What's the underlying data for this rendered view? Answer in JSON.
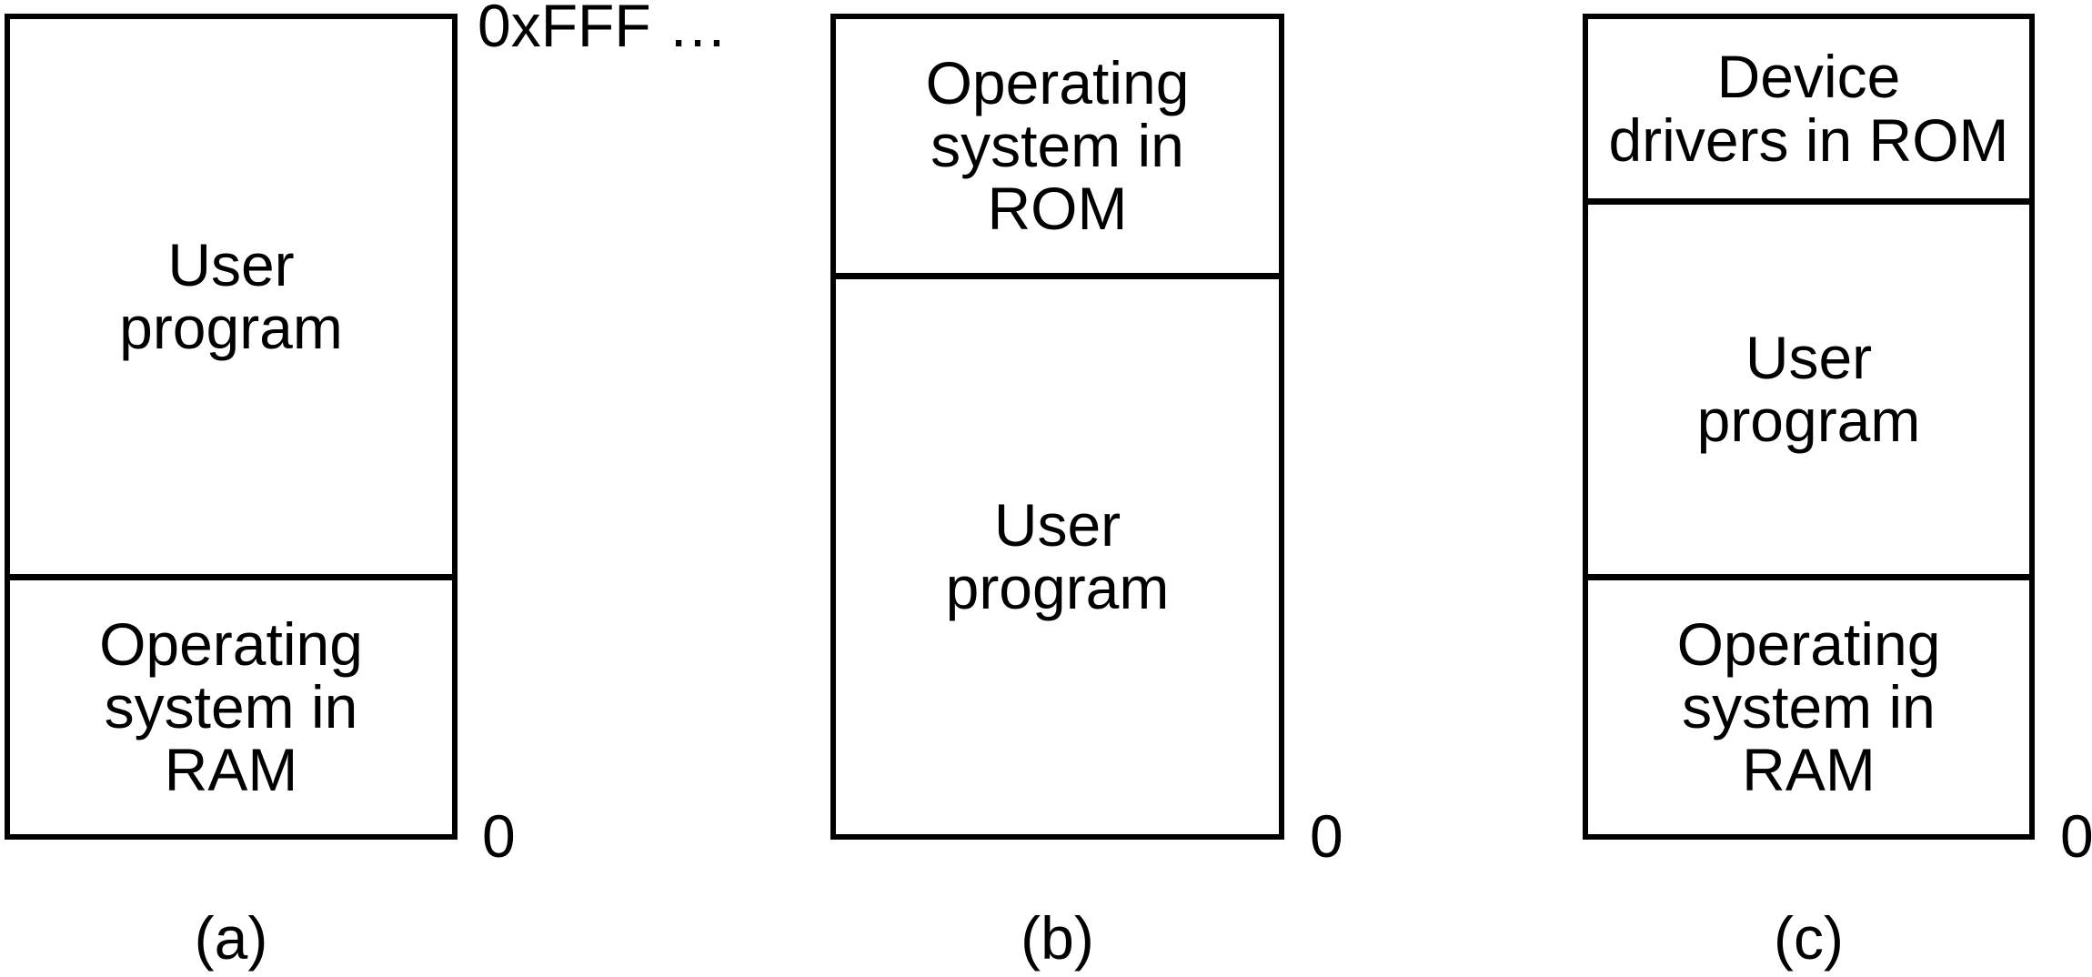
{
  "figure": {
    "description": "Three memory layout diagrams for an operating system and user program",
    "colors": {
      "ink": "#000000",
      "paper": "#ffffff"
    },
    "address_labels": {
      "top_right_a": "0xFFF …",
      "zero_a": "0",
      "zero_b": "0",
      "zero_c": "0"
    },
    "panels": [
      {
        "caption": "(a)",
        "segments": [
          {
            "label": "User\nprogram"
          },
          {
            "label": "Operating\nsystem in\nRAM"
          }
        ]
      },
      {
        "caption": "(b)",
        "segments": [
          {
            "label": "Operating\nsystem in\nROM"
          },
          {
            "label": "User\nprogram"
          }
        ]
      },
      {
        "caption": "(c)",
        "segments": [
          {
            "label": "Device\ndrivers in ROM"
          },
          {
            "label": "User\nprogram"
          },
          {
            "label": "Operating\nsystem in\nRAM"
          }
        ]
      }
    ]
  }
}
